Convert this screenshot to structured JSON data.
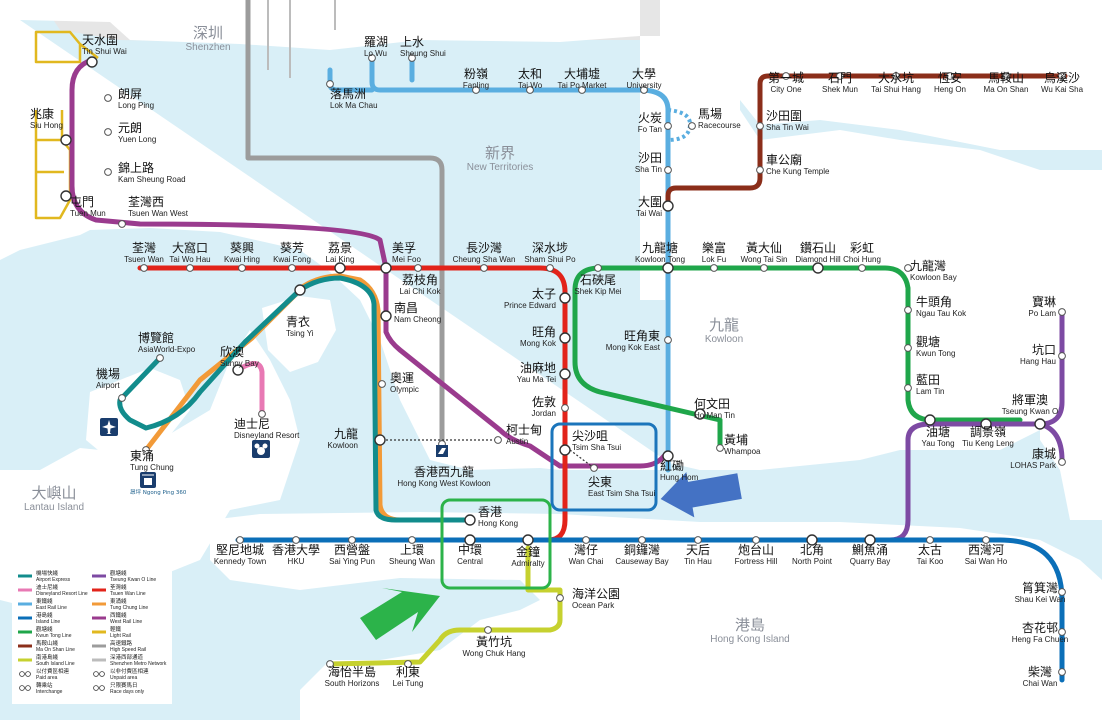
{
  "colors": {
    "sea": "#d9eff7",
    "land": "#ffffff",
    "mainland": "#e6e6e6",
    "east_rail": "#5aaee0",
    "tuen_ma": "#9a3b8e",
    "tsuen_wan": "#e2231a",
    "kwun_tong": "#1fa64a",
    "island": "#0b6fb8",
    "tung_chung": "#f29a38",
    "airport_express": "#128c8c",
    "disneyland": "#e879b4",
    "south_island": "#c6d12f",
    "tko": "#7d4aa3",
    "tsuen_wan_2": "#e2231a",
    "ma_on_shan": "#8b2e1a",
    "light_rail": "#e1b81f",
    "high_speed": "#9c9c9c"
  },
  "regions": [
    {
      "id": "shenzhen",
      "zh": "深圳",
      "en": "Shenzhen"
    },
    {
      "id": "new-territories",
      "zh": "新界",
      "en": "New Territories"
    },
    {
      "id": "kowloon",
      "zh": "九龍",
      "en": "Kowloon"
    },
    {
      "id": "hong-kong-island",
      "zh": "港島",
      "en": "Hong Kong Island"
    },
    {
      "id": "lantau-island",
      "zh": "大嶼山",
      "en": "Lantau Island"
    }
  ],
  "stations": [
    {
      "id": "tin-shui-wai",
      "zh": "天水圍",
      "en": "Tin Shui Wai"
    },
    {
      "id": "long-ping",
      "zh": "朗屏",
      "en": "Long Ping"
    },
    {
      "id": "yuen-long",
      "zh": "元朗",
      "en": "Yuen Long"
    },
    {
      "id": "siu-hong",
      "zh": "兆康",
      "en": "Siu Hong"
    },
    {
      "id": "kam-sheung-road",
      "zh": "錦上路",
      "en": "Kam Sheung Road"
    },
    {
      "id": "tuen-mun",
      "zh": "屯門",
      "en": "Tuen Mun"
    },
    {
      "id": "tsuen-wan-west",
      "zh": "荃灣西",
      "en": "Tsuen Wan West"
    },
    {
      "id": "lo-wu",
      "zh": "羅湖",
      "en": "Lo Wu"
    },
    {
      "id": "sheung-shui",
      "zh": "上水",
      "en": "Sheung Shui"
    },
    {
      "id": "lok-ma-chau",
      "zh": "落馬洲",
      "en": "Lok Ma Chau"
    },
    {
      "id": "fanling",
      "zh": "粉嶺",
      "en": "Fanling"
    },
    {
      "id": "tai-wo",
      "zh": "太和",
      "en": "Tai Wo"
    },
    {
      "id": "tai-po-market",
      "zh": "大埔墟",
      "en": "Tai Po Market"
    },
    {
      "id": "university",
      "zh": "大學",
      "en": "University"
    },
    {
      "id": "fo-tan",
      "zh": "火炭",
      "en": "Fo Tan"
    },
    {
      "id": "racecourse",
      "zh": "馬場",
      "en": "Racecourse"
    },
    {
      "id": "sha-tin",
      "zh": "沙田",
      "en": "Sha Tin"
    },
    {
      "id": "tai-wai",
      "zh": "大圍",
      "en": "Tai Wai"
    },
    {
      "id": "city-one",
      "zh": "第一城",
      "en": "City One"
    },
    {
      "id": "shek-mun",
      "zh": "石門",
      "en": "Shek Mun"
    },
    {
      "id": "tai-shui-hang",
      "zh": "大水坑",
      "en": "Tai Shui Hang"
    },
    {
      "id": "heng-on",
      "zh": "恆安",
      "en": "Heng On"
    },
    {
      "id": "ma-on-shan",
      "zh": "馬鞍山",
      "en": "Ma On Shan"
    },
    {
      "id": "wu-kai-sha",
      "zh": "烏溪沙",
      "en": "Wu Kai Sha"
    },
    {
      "id": "sha-tin-wai",
      "zh": "沙田圍",
      "en": "Sha Tin Wai"
    },
    {
      "id": "che-kung-temple",
      "zh": "車公廟",
      "en": "Che Kung Temple"
    },
    {
      "id": "tsuen-wan",
      "zh": "荃灣",
      "en": "Tsuen Wan"
    },
    {
      "id": "tai-wo-hau",
      "zh": "大窩口",
      "en": "Tai Wo Hau"
    },
    {
      "id": "kwai-hing",
      "zh": "葵興",
      "en": "Kwai Hing"
    },
    {
      "id": "kwai-fong",
      "zh": "葵芳",
      "en": "Kwai Fong"
    },
    {
      "id": "lai-king",
      "zh": "荔景",
      "en": "Lai King"
    },
    {
      "id": "mei-foo",
      "zh": "美孚",
      "en": "Mei Foo"
    },
    {
      "id": "lai-chi-kok",
      "zh": "荔枝角",
      "en": "Lai Chi Kok"
    },
    {
      "id": "cheung-sha-wan",
      "zh": "長沙灣",
      "en": "Cheung Sha Wan"
    },
    {
      "id": "sham-shui-po",
      "zh": "深水埗",
      "en": "Sham Shui Po"
    },
    {
      "id": "kowloon-tong",
      "zh": "九龍塘",
      "en": "Kowloon Tong"
    },
    {
      "id": "lok-fu",
      "zh": "樂富",
      "en": "Lok Fu"
    },
    {
      "id": "wong-tai-sin",
      "zh": "黃大仙",
      "en": "Wong Tai Sin"
    },
    {
      "id": "diamond-hill",
      "zh": "鑽石山",
      "en": "Diamond Hill"
    },
    {
      "id": "choi-hung",
      "zh": "彩虹",
      "en": "Choi Hung"
    },
    {
      "id": "kowloon-bay",
      "zh": "九龍灣",
      "en": "Kowloon Bay"
    },
    {
      "id": "ngau-tau-kok",
      "zh": "牛頭角",
      "en": "Ngau Tau Kok"
    },
    {
      "id": "kwun-tong",
      "zh": "觀塘",
      "en": "Kwun Tong"
    },
    {
      "id": "lam-tin",
      "zh": "藍田",
      "en": "Lam Tin"
    },
    {
      "id": "yau-tong",
      "zh": "油塘",
      "en": "Yau Tong"
    },
    {
      "id": "tiu-keng-leng",
      "zh": "調景嶺",
      "en": "Tiu Keng Leng"
    },
    {
      "id": "tseung-kwan-o",
      "zh": "將軍澳",
      "en": "Tseung Kwan O"
    },
    {
      "id": "po-lam",
      "zh": "寶琳",
      "en": "Po Lam"
    },
    {
      "id": "hang-hau",
      "zh": "坑口",
      "en": "Hang Hau"
    },
    {
      "id": "lohas-park",
      "zh": "康城",
      "en": "LOHAS Park"
    },
    {
      "id": "nam-cheong",
      "zh": "南昌",
      "en": "Nam Cheong"
    },
    {
      "id": "shek-kip-mei",
      "zh": "石硤尾",
      "en": "Shek Kip Mei"
    },
    {
      "id": "prince-edward",
      "zh": "太子",
      "en": "Prince Edward"
    },
    {
      "id": "mong-kok",
      "zh": "旺角",
      "en": "Mong Kok"
    },
    {
      "id": "mong-kok-east",
      "zh": "旺角東",
      "en": "Mong Kok East"
    },
    {
      "id": "yau-ma-tei",
      "zh": "油麻地",
      "en": "Yau Ma Tei"
    },
    {
      "id": "jordan",
      "zh": "佐敦",
      "en": "Jordan"
    },
    {
      "id": "ho-man-tin",
      "zh": "何文田",
      "en": "Ho Man Tin"
    },
    {
      "id": "whampoa",
      "zh": "黃埔",
      "en": "Whampoa"
    },
    {
      "id": "olympic",
      "zh": "奧運",
      "en": "Olympic"
    },
    {
      "id": "tsing-yi",
      "zh": "青衣",
      "en": "Tsing Yi"
    },
    {
      "id": "asiaworld-expo",
      "zh": "博覽館",
      "en": "AsiaWorld-Expo"
    },
    {
      "id": "airport",
      "zh": "機場",
      "en": "Airport"
    },
    {
      "id": "sunny-bay",
      "zh": "欣澳",
      "en": "Sunny Bay"
    },
    {
      "id": "disneyland-resort",
      "zh": "迪士尼",
      "en": "Disneyland Resort"
    },
    {
      "id": "tung-chung",
      "zh": "東涌",
      "en": "Tung Chung"
    },
    {
      "id": "kowloon",
      "zh": "九龍",
      "en": "Kowloon"
    },
    {
      "id": "austin",
      "zh": "柯士甸",
      "en": "Austin"
    },
    {
      "id": "hong-kong-west-kowloon",
      "zh": "香港西九龍",
      "en": "Hong Kong West Kowloon"
    },
    {
      "id": "tsim-sha-tsui",
      "zh": "尖沙咀",
      "en": "Tsim Sha Tsui"
    },
    {
      "id": "east-tsim-sha-tsui",
      "zh": "尖東",
      "en": "East Tsim Sha Tsui"
    },
    {
      "id": "hung-hom",
      "zh": "紅磡",
      "en": "Hung Hom"
    },
    {
      "id": "hong-kong",
      "zh": "香港",
      "en": "Hong Kong"
    },
    {
      "id": "kennedy-town",
      "zh": "堅尼地城",
      "en": "Kennedy Town"
    },
    {
      "id": "hku",
      "zh": "香港大學",
      "en": "HKU"
    },
    {
      "id": "sai-ying-pun",
      "zh": "西營盤",
      "en": "Sai Ying Pun"
    },
    {
      "id": "sheung-wan",
      "zh": "上環",
      "en": "Sheung Wan"
    },
    {
      "id": "central",
      "zh": "中環",
      "en": "Central"
    },
    {
      "id": "admiralty",
      "zh": "金鐘",
      "en": "Admiralty"
    },
    {
      "id": "wan-chai",
      "zh": "灣仔",
      "en": "Wan Chai"
    },
    {
      "id": "causeway-bay",
      "zh": "銅鑼灣",
      "en": "Causeway Bay"
    },
    {
      "id": "tin-hau",
      "zh": "天后",
      "en": "Tin Hau"
    },
    {
      "id": "fortress-hill",
      "zh": "炮台山",
      "en": "Fortress Hill"
    },
    {
      "id": "north-point",
      "zh": "北角",
      "en": "North Point"
    },
    {
      "id": "quarry-bay",
      "zh": "鰂魚涌",
      "en": "Quarry Bay"
    },
    {
      "id": "tai-koo",
      "zh": "太古",
      "en": "Tai Koo"
    },
    {
      "id": "sai-wan-ho",
      "zh": "西灣河",
      "en": "Sai Wan Ho"
    },
    {
      "id": "shau-kei-wan",
      "zh": "筲箕灣",
      "en": "Shau Kei Wan"
    },
    {
      "id": "heng-fa-chuen",
      "zh": "杏花邨",
      "en": "Heng Fa Chuen"
    },
    {
      "id": "chai-wan",
      "zh": "柴灣",
      "en": "Chai Wan"
    },
    {
      "id": "ocean-park",
      "zh": "海洋公園",
      "en": "Ocean Park"
    },
    {
      "id": "wong-chuk-hang",
      "zh": "黃竹坑",
      "en": "Wong Chuk Hang"
    },
    {
      "id": "lei-tung",
      "zh": "利東",
      "en": "Lei Tung"
    },
    {
      "id": "south-horizons",
      "zh": "海怡半島",
      "en": "South Horizons"
    }
  ],
  "small_labels": {
    "ngong_ping": "昂坪 Ngong Ping 360"
  },
  "legend": [
    {
      "zh": "機場快綫",
      "en": "Airport Express",
      "color": "#128c8c"
    },
    {
      "zh": "觀塘綫",
      "en": "Tseung Kwan O Line",
      "color": "#7d4aa3"
    },
    {
      "zh": "迪士尼綫",
      "en": "Disneyland Resort Line",
      "color": "#e879b4"
    },
    {
      "zh": "荃灣綫",
      "en": "Tsuen Wan Line",
      "color": "#e2231a"
    },
    {
      "zh": "東鐵綫",
      "en": "East Rail Line",
      "color": "#5aaee0"
    },
    {
      "zh": "東涌綫",
      "en": "Tung Chung Line",
      "color": "#f29a38"
    },
    {
      "zh": "港島綫",
      "en": "Island Line",
      "color": "#0b6fb8"
    },
    {
      "zh": "西鐵綫",
      "en": "West Rail Line",
      "color": "#9a3b8e"
    },
    {
      "zh": "觀塘綫",
      "en": "Kwun Tong Line",
      "color": "#1fa64a"
    },
    {
      "zh": "輕鐵",
      "en": "Light Rail",
      "color": "#e1b81f"
    },
    {
      "zh": "馬鞍山綫",
      "en": "Ma On Shan Line",
      "color": "#8b2e1a"
    },
    {
      "zh": "高速鐵路",
      "en": "High Speed Rail",
      "color": "#9c9c9c"
    },
    {
      "zh": "南港島綫",
      "en": "South Island Line",
      "color": "#c6d12f"
    },
    {
      "zh": "深港西部通道",
      "en": "Shenzhen Metro Network",
      "color": "#bcbcbc"
    },
    {
      "zh": "以付費區相連",
      "en": "Paid area",
      "color": "#333333"
    },
    {
      "zh": "以非付費區相連",
      "en": "Unpaid area",
      "color": "#333333"
    },
    {
      "zh": "轉乘站",
      "en": "Interchange",
      "color": "#333333"
    },
    {
      "zh": "只限賽馬日",
      "en": "Race days only",
      "color": "#333333"
    }
  ]
}
